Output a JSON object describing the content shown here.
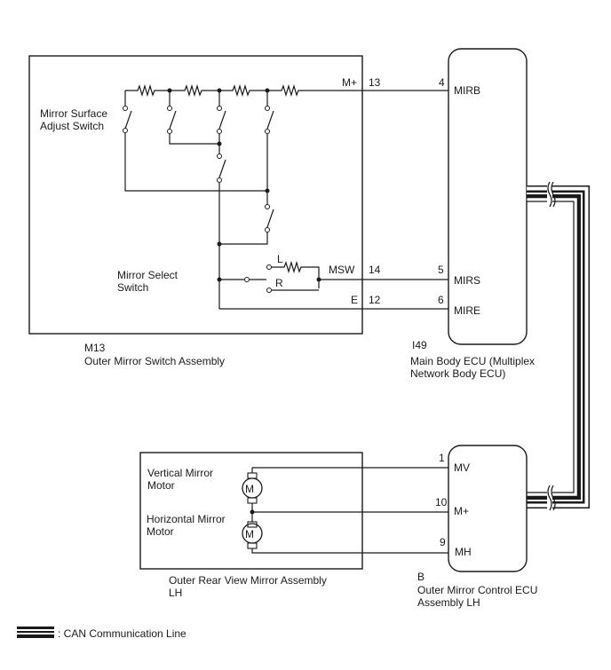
{
  "switch_assembly": {
    "connector": "M13",
    "name": "Outer Mirror Switch Assembly",
    "surface_switch_label_1": "Mirror Surface",
    "surface_switch_label_2": "Adjust Switch",
    "select_switch_label_1": "Mirror Select",
    "select_switch_label_2": "Switch",
    "select_L": "L",
    "select_R": "R",
    "terminals": [
      {
        "name": "M+",
        "pin": "13"
      },
      {
        "name": "MSW",
        "pin": "14"
      },
      {
        "name": "E",
        "pin": "12"
      }
    ]
  },
  "main_body_ecu": {
    "connector": "I49",
    "name_1": "Main Body ECU (Multiplex",
    "name_2": "Network Body ECU)",
    "terminals": [
      {
        "name": "MIRB",
        "pin": "4"
      },
      {
        "name": "MIRS",
        "pin": "5"
      },
      {
        "name": "MIRE",
        "pin": "6"
      }
    ]
  },
  "mirror_assembly": {
    "name_1": "Outer Rear View Mirror Assembly",
    "name_2": "LH",
    "vertical_motor_1": "Vertical Mirror",
    "vertical_motor_2": "Motor",
    "horizontal_motor_1": "Horizontal Mirror",
    "horizontal_motor_2": "Motor",
    "motor_symbol": "M"
  },
  "control_ecu": {
    "connector": "B",
    "name_1": "Outer Mirror Control ECU",
    "name_2": "Assembly LH",
    "terminals": [
      {
        "name": "MV",
        "pin": "1"
      },
      {
        "name": "M+",
        "pin": "10"
      },
      {
        "name": "MH",
        "pin": "9"
      }
    ]
  },
  "legend": {
    "can_line": ": CAN Communication Line"
  }
}
